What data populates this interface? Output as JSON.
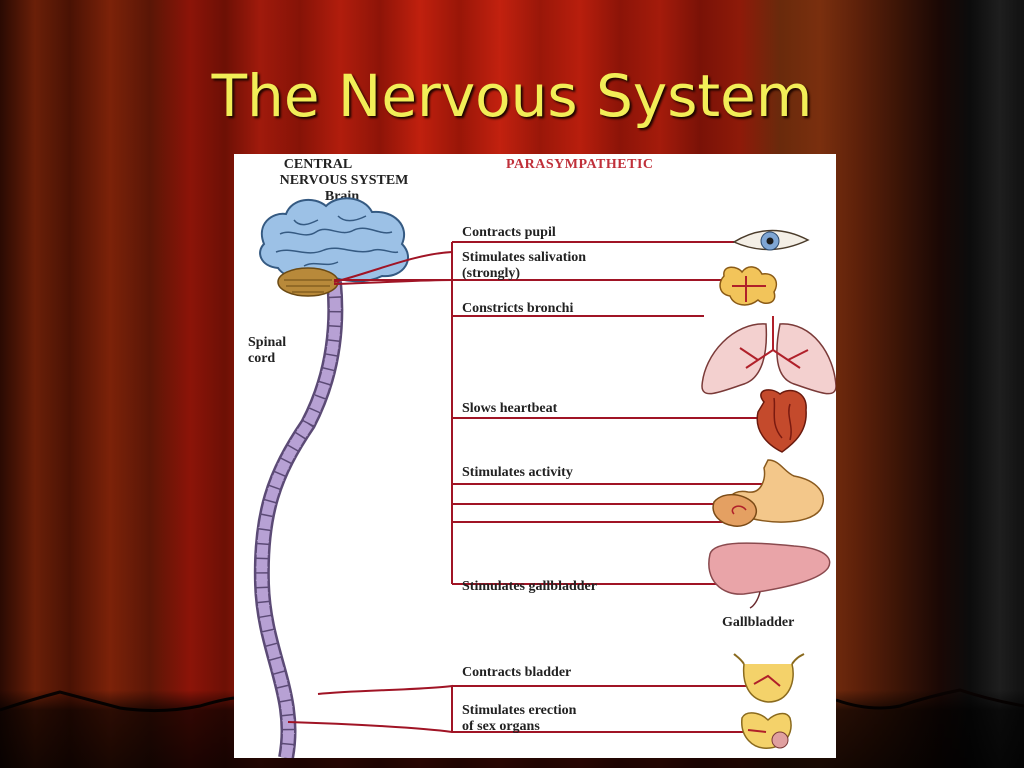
{
  "slide": {
    "title": "The Nervous System"
  },
  "diagram": {
    "cns_heading_line1": "CENTRAL",
    "cns_heading_line2": "NERVOUS SYSTEM",
    "brain_label": "Brain",
    "spinal_label_line1": "Spinal",
    "spinal_label_line2": "cord",
    "division_heading": "PARASYMPATHETIC",
    "effects": {
      "pupil": "Contracts pupil",
      "salivation_line1": "Stimulates salivation",
      "salivation_line2": "(strongly)",
      "bronchi": "Constricts bronchi",
      "heartbeat": "Slows heartbeat",
      "activity": "Stimulates activity",
      "gallbladder": "Stimulates gallbladder",
      "bladder": "Contracts bladder",
      "sex_line1": "Stimulates erection",
      "sex_line2": "of sex organs"
    },
    "gallbladder_label": "Gallbladder"
  },
  "colors": {
    "title": "#f2ee57",
    "nerve": "#a01425",
    "heading_red": "#c0303a"
  }
}
